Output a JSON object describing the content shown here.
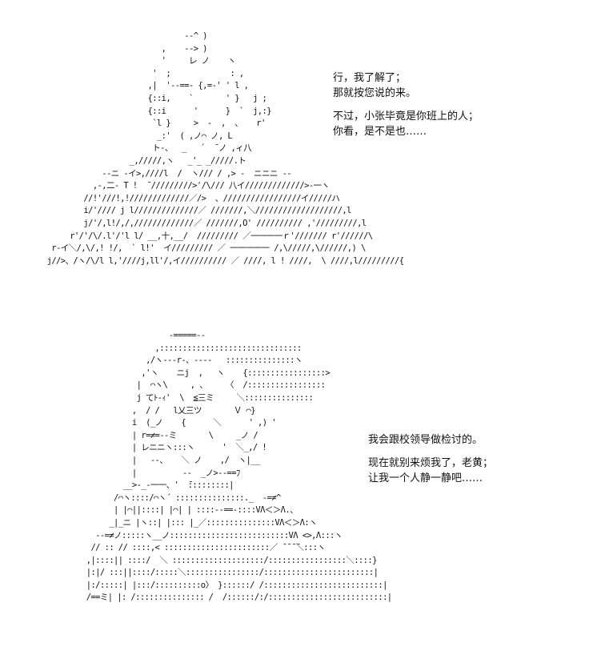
{
  "panels": [
    {
      "art": "                                   --^ )\n                              ,    --> )\n                              '     レ ノ    ヽ\n                            '  ;             : ,\n                           ,|  '--==- {,=-' ' l ,\n                           {::i,    `       ' }   j ;\n                           {::i      '      }  `  j,:}\n                            `l }     >  -  ,  、   r'\n                             _:'  ( ,ノ⌒ ノ, L\n                            ト-、  _   ´  ̄ ノ ,ィ八\n                       _,/////,ヽ   _'_ _/////.ト\n                 --ニ -イ>,////l  /  ヽ/// / ,> -  ニニニ --\n               ,-,二- T !  ̄ /////////>'/\\/// 八イ/////////////>-一ヽ\n             //!'///!,!/////////////／/>  、/////////////////イ/////ハ\n             i/'//// j l//////////////／ ///////,＼///////////////////,l\n             j/'/,l!/,/,/////////////／ ///////,O' ////////// ,'/////////,l\n          r'/'/\\/.l'/'l l/ __,十,__/  ///////// ／一一一一ｒ'/////// r'//////\\\n      r-イ＼/,\\/,! !/,  ` l!'  イ///////// ／ 一一一一一 /,\\/////,\\//////,) \\\n     j//>、/ヽ/\\/l l,'////j,ll'/,イ////////// ／ ////, l ! ////,  \\ ////,l/////////{",
      "dialogue": [
        [
          "行，我了解了；",
          "那就按您说的来。"
        ],
        [
          "不过，小张毕竟是你班上的人；",
          "你看，是不是也……"
        ]
      ]
    },
    {
      "art": "                   -=====--\n                ,:::::::::::::::::::::::::::::::\n              ,/ヽ---r-、----   :::::::::::::::ヽ\n             ,'ヽ    ニj  ,   ヽ    {:::::::::::::::::>\n            |  ⌒ヽ\\     , 、    〈  /:::::::::::::::::\n            j てﾄ-ｨ'  \\  ≦三ミ     ＼:::::::::::::::\n           ,  / /   l乂三ツ       Ｖ ⌒}\n           i  (_ノ    {      ＼      ' ,) '\n           | r=≠=--ミ       \\     _ノ /\n           | レニニヽ:::ヽ      '  ＼_,/ !\n           |   --、   ＼ ノ    ,/  ヽ|__\n           |          --  _ノ>--==ﾌ\n         __>-_-一一、'  ̄:::::::::|\n       /⌒ヽ::::/⌒ヽ´ :::::::::::::::._  -=≠^\n       | |⌒||::::| |⌒| | ::::--==-::::VΛ＜＞Λ.、\n      _|_ニ |ヽ::| |::: |_／:::::::::::::::VΛ＜＞Λ:ヽ\n   --=≠ノ:::::ヽ__ノ::::::::::::::::::::::::::VΛ <>,Λ:::ヽ\n  // :: // ::::,< :::::::::::::::::::::::／ ̄ ̄ ̄ ̄＼:::ヽ\n ,|::::|| ::::/  ＼ ::::::::::::::::::::/:::::::::::::::::＼::::}\n |:|/ :::||::::/:::::＼::::::::::::::::/::::::::::::::::::::::::|\n |:/:::::| |:::/::::::::::o〉 }::::::/ /::::::::::::::::::::::::::|\n /==ミ| |: /::::::::::::::: /  /::::::/:/::::::::::::::::::::::::::|",
      "dialogue": [
        [
          "我会跟校领导做检讨的。"
        ],
        [
          "现在就别来烦我了，老黄；",
          "让我一个人静一静吧……"
        ]
      ]
    }
  ]
}
